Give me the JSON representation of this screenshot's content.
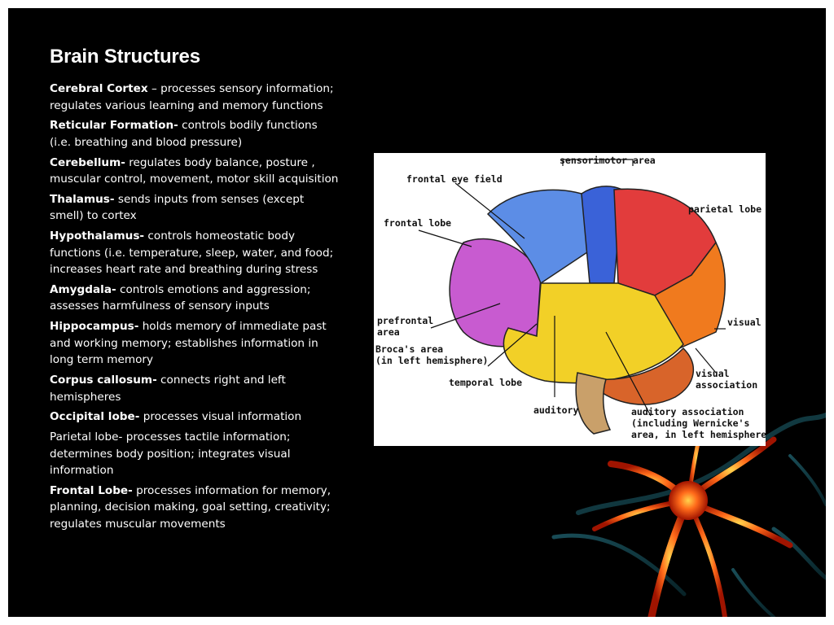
{
  "title": "Brain Structures",
  "items": [
    {
      "term": "Cerebral Cortex",
      "desc": " – processes sensory information; regulates various learning and memory functions"
    },
    {
      "term": "Reticular Formation-",
      "desc": " controls bodily functions (i.e. breathing and blood pressure)"
    },
    {
      "term": "Cerebellum-",
      "desc": " regulates body balance, posture , muscular control, movement, motor skill acquisition"
    },
    {
      "term": "Thalamus-",
      "desc": " sends inputs from senses (except smell) to cortex"
    },
    {
      "term": "Hypothalamus-",
      "desc": " controls homeostatic body functions (i.e. temperature, sleep, water, and food; increases heart rate and breathing during stress"
    },
    {
      "term": "Amygdala-",
      "desc": " controls emotions and aggression; assesses harmfulness of sensory inputs"
    },
    {
      "term": "Hippocampus-",
      "desc": " holds memory of immediate past and working memory; establishes information in long term memory"
    },
    {
      "term": "Corpus callosum-",
      "desc": " connects right and left hemispheres"
    },
    {
      "term": "Occipital lobe-",
      "desc": " processes visual information"
    },
    {
      "term": "",
      "desc": "Parietal lobe- processes tactile information; determines body position; integrates visual information"
    },
    {
      "term": "Frontal Lobe-",
      "desc": " processes information for memory, planning, decision making, goal setting, creativity; regulates muscular movements"
    }
  ],
  "diagram": {
    "labels": {
      "sensorimotor": "sensorimotor area",
      "frontal_eye": "frontal eye field",
      "parietal": "parietal lobe",
      "frontal": "frontal lobe",
      "prefrontal_1": "prefrontal",
      "prefrontal_2": "area",
      "visual": "visual",
      "broca_1": "Broca's area",
      "broca_2": "(in left hemisphere)",
      "visual_assoc_1": "visual",
      "visual_assoc_2": "association",
      "temporal": "temporal lobe",
      "auditory": "auditory",
      "auditory_assoc_1": "auditory association",
      "auditory_assoc_2": "(including Wernicke's",
      "auditory_assoc_3": "area, in left hemisphere)"
    }
  }
}
